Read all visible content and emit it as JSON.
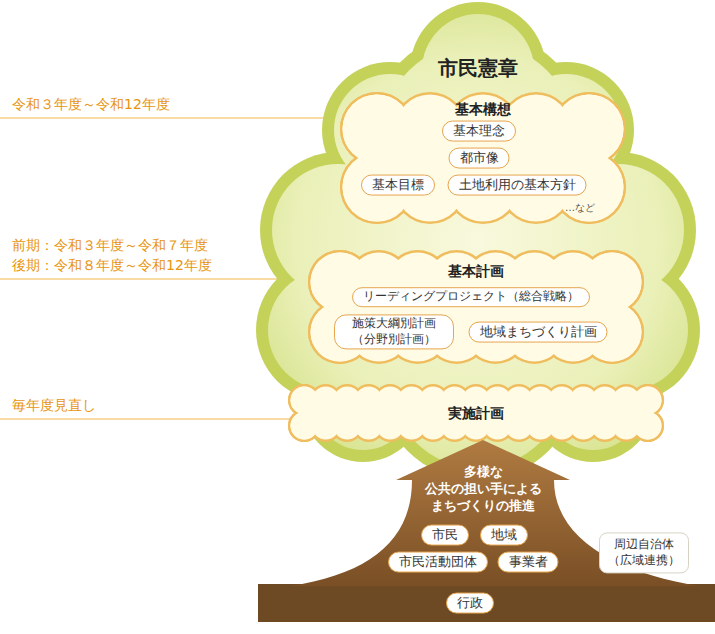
{
  "diagram": {
    "nodes": [
      {
        "text": [
          "市民憲章"
        ]
      },
      {
        "text": [
          "基本構想",
          "…など"
        ],
        "in": 0
      },
      {
        "text": [
          "基本理念"
        ],
        "in": 1
      },
      {
        "text": [
          "都市像"
        ],
        "in": 1
      },
      {
        "text": [
          "基本目標"
        ],
        "in": 1
      },
      {
        "text": [
          "土地利用の基本方針"
        ],
        "in": 1
      },
      {
        "text": [
          "基本計画"
        ],
        "in": 0
      },
      {
        "text": [
          "リーディングプロジェクト（総合戦略）"
        ],
        "in": 6
      },
      {
        "text": [
          "施策大綱別計画 （分野別計画）"
        ],
        "in": 6
      },
      {
        "text": [
          "地域まちづくり計画"
        ],
        "in": 6
      },
      {
        "text": [
          "実施計画"
        ],
        "in": 0
      },
      {
        "text": [
          "多様な 公共の担い手による まちづくりの推進"
        ]
      },
      {
        "text": [
          "市民"
        ],
        "in": 11
      },
      {
        "text": [
          "地域"
        ],
        "in": 11
      },
      {
        "text": [
          "市民活動団体"
        ],
        "in": 11
      },
      {
        "text": [
          "事業者"
        ],
        "in": 11
      },
      {
        "text": [
          "行政"
        ]
      },
      {
        "text": [
          "周辺自治体 （広域連携）"
        ]
      }
    ],
    "labels": [
      "令和３年度～令和12年度",
      "前期：令和３年度～令和７年度",
      "後期：令和８年度～令和12年度",
      "毎年度見直し"
    ]
  }
}
